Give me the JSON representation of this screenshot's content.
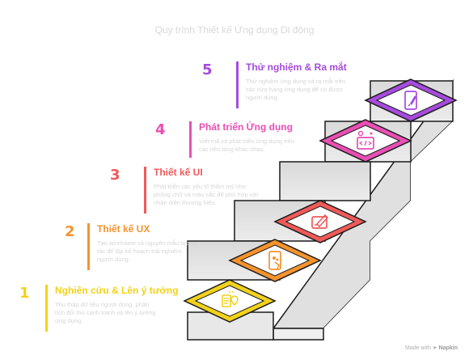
{
  "title": "Quy trình Thiết kế Ứng dụng Di động",
  "steps": [
    {
      "number": "1",
      "label": "Nghiên cứu & Lên ý tưởng",
      "description": "Thu thập dữ liệu người dùng, phân tích đối thủ cạnh tranh và lên ý tưởng ứng dụng.",
      "color": "#f2d21a",
      "icon": "document-map-icon"
    },
    {
      "number": "2",
      "label": "Thiết kế UX",
      "description": "Tạo wireframe và nguyên mẫu tương tác để lập kế hoạch trải nghiệm người dùng.",
      "color": "#f5932e",
      "icon": "touch-phone-icon"
    },
    {
      "number": "3",
      "label": "Thiết kế UI",
      "description": "Phát triển các yếu tố thẩm mỹ như phông chữ và màu sắc để phù hợp với nhận diện thương hiệu.",
      "color": "#ef5a5a",
      "icon": "design-edit-icon"
    },
    {
      "number": "4",
      "label": "Phát triển Ứng dụng",
      "description": "Viết mã và phát triển ứng dụng trên các nền tảng khác nhau.",
      "color": "#e84fb3",
      "icon": "code-settings-icon"
    },
    {
      "number": "5",
      "label": "Thử nghiệm & Ra mắt",
      "description": "Thử nghiệm ứng dụng và ra mắt trên các cửa hàng ứng dụng để có được người dùng.",
      "color": "#a64bdc",
      "icon": "rocket-phone-icon"
    }
  ],
  "footer": {
    "made_with": "Made with",
    "brand": "Napkin"
  }
}
